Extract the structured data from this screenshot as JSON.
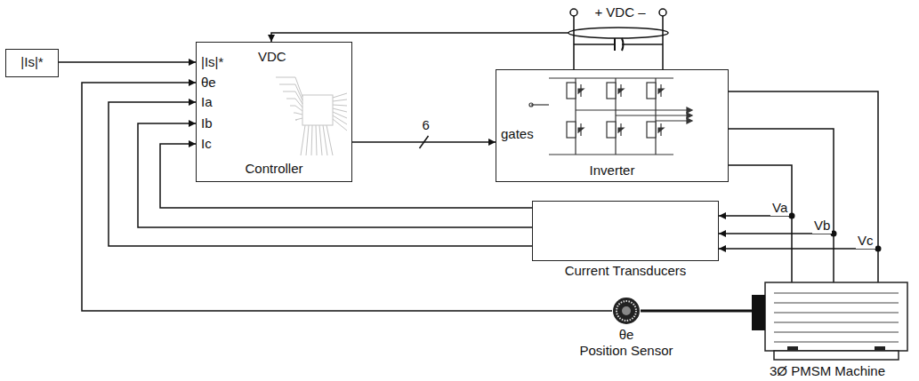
{
  "diagram": {
    "nodes": [
      {
        "text": [
          "|Is|*"
        ]
      },
      {
        "text": [
          "VDC",
          "|Is|*",
          "θe",
          "Ia",
          "Ib",
          "Ic",
          "Controller"
        ]
      },
      {
        "text": [
          "gates",
          "Inverter"
        ]
      },
      {
        "text": [
          "Current Transducers"
        ]
      },
      {
        "text": [
          "θe",
          "Position Sensor"
        ]
      },
      {
        "text": [
          "3Ø PMSM Machine"
        ]
      }
    ],
    "edges": [
      {
        "from": 0,
        "to": 1,
        "arrow": "to"
      },
      {
        "from": 1,
        "to": 2,
        "arrow": "to",
        "label": "6"
      },
      {
        "from": 2,
        "to": 5,
        "arrow": "none"
      },
      {
        "from": 2,
        "to": 5,
        "arrow": "none"
      },
      {
        "from": 2,
        "to": 5,
        "arrow": "none"
      },
      {
        "from": 3,
        "to": 1,
        "arrow": "to"
      },
      {
        "from": 3,
        "to": 1,
        "arrow": "to"
      },
      {
        "from": 3,
        "to": 1,
        "arrow": "to"
      },
      {
        "from": 4,
        "to": 1,
        "arrow": "to"
      }
    ],
    "labels": [
      "+ VDC –",
      "Va",
      "Vb",
      "Vc"
    ]
  }
}
